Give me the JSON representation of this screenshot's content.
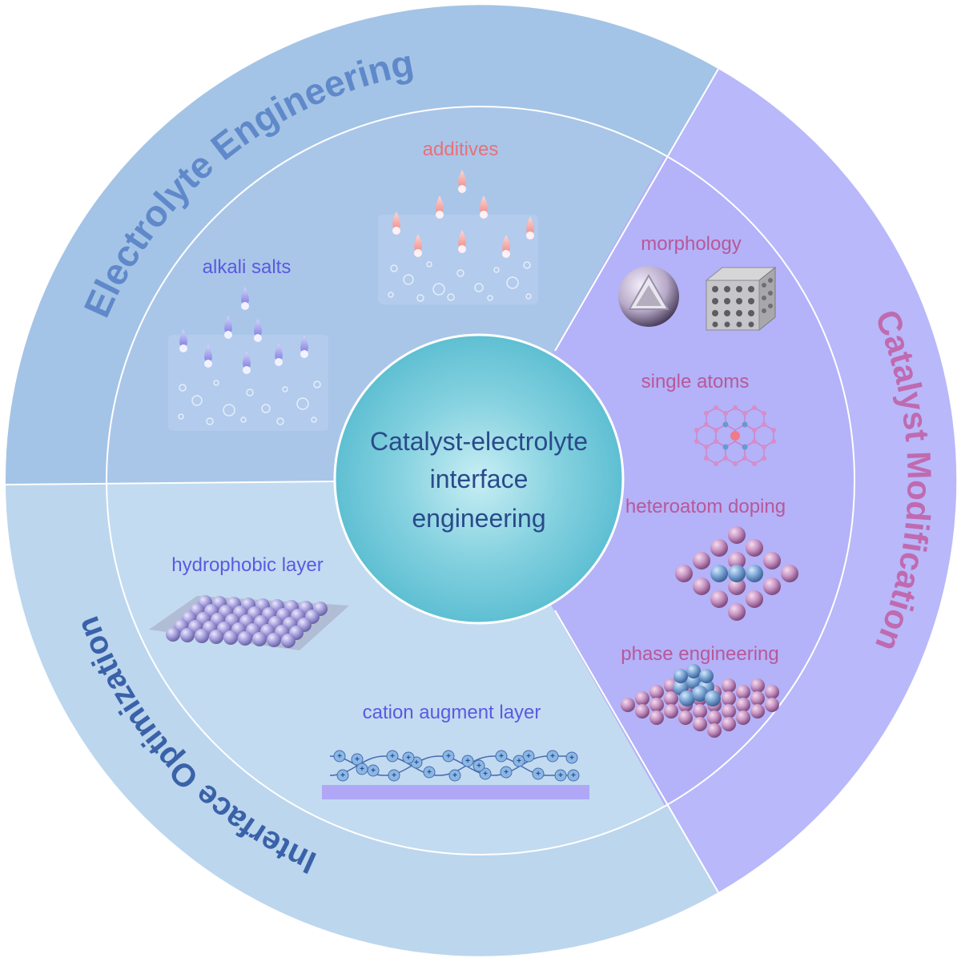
{
  "center": {
    "line1": "Catalyst-electrolyte",
    "line2": "interface",
    "line3": "engineering"
  },
  "sectors": {
    "electrolyte": {
      "title": "Electrolyte Engineering",
      "items": {
        "additives": "additives",
        "alkali_salts": "alkali salts"
      }
    },
    "catalyst": {
      "title": "Catalyst Modification",
      "items": {
        "morphology": "morphology",
        "single_atoms": "single atoms",
        "heteroatom_doping": "heteroatom doping",
        "phase_engineering": "phase engineering"
      }
    },
    "interface": {
      "title": "Interface Optimization",
      "items": {
        "hydrophobic_layer": "hydrophobic layer",
        "cation_augment_layer": "cation augment layer"
      }
    }
  },
  "colors": {
    "electrolyte_outer": "#a3c4e6",
    "electrolyte_inner": "#a9c6e8",
    "catalyst_outer": "#b8b8fa",
    "catalyst_inner": "#b4b2f8",
    "interface_outer": "#bcd6ee",
    "interface_inner": "#c2dbf0",
    "center_fill": "#6fc8d8",
    "title_blue": "#5b84c8",
    "title_pink": "#c06ab0",
    "title_dark_blue": "#3a62a8",
    "label_pink": "#b8589a",
    "label_red": "#e8707a",
    "label_blue": "#5a5ae0",
    "center_text": "#2a4a8a"
  }
}
